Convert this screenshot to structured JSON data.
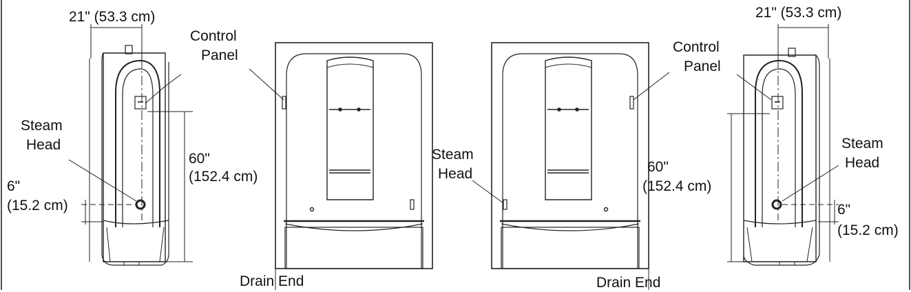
{
  "labels": {
    "left_width": "21\" (53.3 cm)",
    "left_control_1": "Control",
    "left_control_2": "Panel",
    "left_steam_1": "Steam",
    "left_steam_2": "Head",
    "left_height_1": "60\"",
    "left_height_2": "(152.4 cm)",
    "left_offset_1": "6\"",
    "left_offset_2": "(15.2 cm)",
    "center_left_drain": "Drain End",
    "center_steam_1": "Steam",
    "center_steam_2": "Head",
    "center_height_1": "60\"",
    "center_height_2": "(152.4 cm)",
    "center_right_drain": "Drain End",
    "right_width": "21\" (53.3 cm)",
    "right_control_1": "Control",
    "right_control_2": "Panel",
    "right_steam_1": "Steam",
    "right_steam_2": "Head",
    "right_offset_1": "6\"",
    "right_offset_2": "(15.2 cm)"
  },
  "colors": {
    "line": "#222222",
    "light_line": "#555555",
    "background": "#ffffff"
  }
}
